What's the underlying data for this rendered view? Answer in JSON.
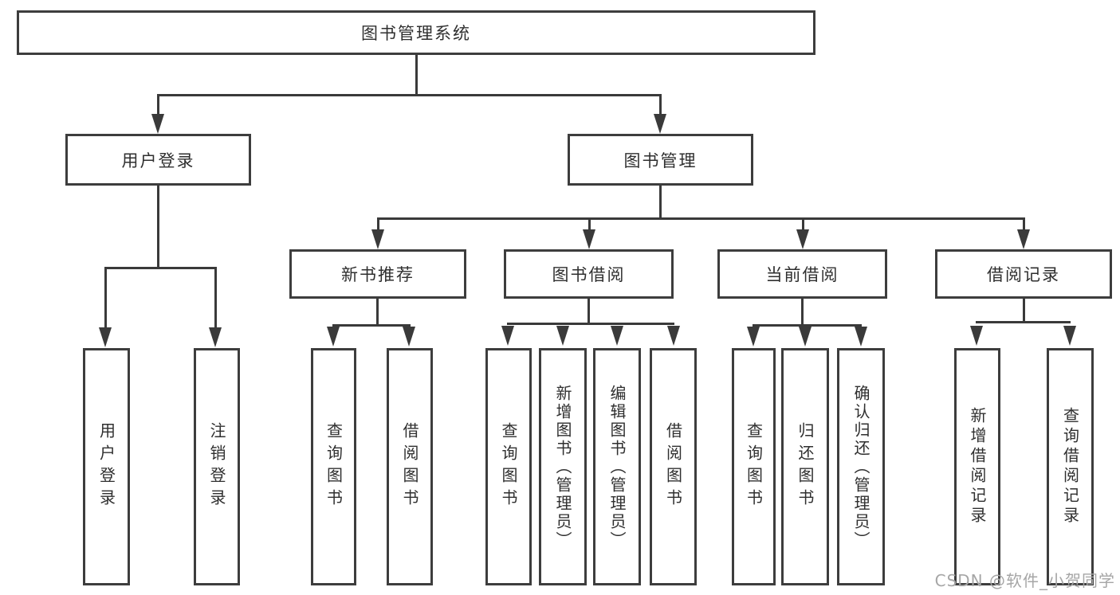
{
  "diagram_title": "图书管理系统",
  "nodes": {
    "root": "图书管理系统",
    "user_login": "用户登录",
    "book_mgmt": "图书管理",
    "new_books": "新书推荐",
    "borrowing": "图书借阅",
    "current": "当前借阅",
    "records": "借阅记录",
    "leaf_login": "用户登录",
    "leaf_logout": "注销登录",
    "leaf_nb_query": "查询图书",
    "leaf_nb_borrow": "借阅图书",
    "leaf_bw_query": "查询图书",
    "leaf_bw_add": "新增图书（管理员）",
    "leaf_bw_edit": "编辑图书（管理员）",
    "leaf_bw_borrow": "借阅图书",
    "leaf_cu_query": "查询图书",
    "leaf_cu_return": "归还图书",
    "leaf_cu_confirm": "确认归还（管理员）",
    "leaf_rc_add": "新增借阅记录",
    "leaf_rc_query": "查询借阅记录"
  },
  "watermark": "CSDN @软件_小贺同学",
  "colors": {
    "line": "#3a3a3a",
    "box_border": "#3d3d3d",
    "text": "#2f2f2f",
    "watermark": "#a6a6a6",
    "background": "#ffffff"
  }
}
